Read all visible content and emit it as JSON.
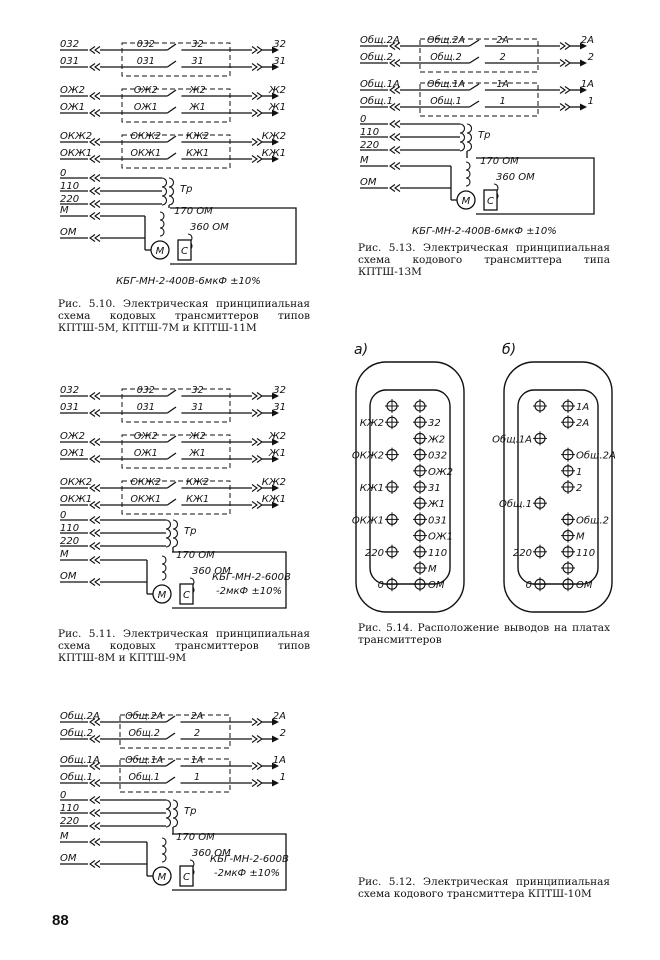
{
  "page_number": "88",
  "fig_5_10": {
    "caption": "Рис. 5.10. Электрическая принципиальная схема кодовых трансмиттеров типов КПТШ-5М, КПТШ-7М и КПТШ-11М",
    "rows": [
      {
        "left": "032",
        "inner_left": "032",
        "inner_right": "32",
        "right": "32"
      },
      {
        "left": "031",
        "inner_left": "031",
        "inner_right": "31",
        "right": "31"
      },
      {
        "left": "ОЖ2",
        "inner_left": "ОЖ2",
        "inner_right": "Ж2",
        "right": "Ж2"
      },
      {
        "left": "ОЖ1",
        "inner_left": "ОЖ1",
        "inner_right": "Ж1",
        "right": "Ж1"
      },
      {
        "left": "ОКЖ2",
        "inner_left": "ОКЖ2",
        "inner_right": "КЖ2",
        "right": "КЖ2"
      },
      {
        "left": "ОКЖ1",
        "inner_left": "ОКЖ1",
        "inner_right": "КЖ1",
        "right": "КЖ1"
      }
    ],
    "power": [
      "0",
      "110",
      "220"
    ],
    "transformer": "Тр",
    "motor_lines": [
      "М",
      "ОМ"
    ],
    "r1": "170 ОМ",
    "r2": "360 ОМ",
    "motor": "М",
    "cap": "С",
    "cap_text": "КБГ-МН-2-400В-6мкФ ±10%"
  },
  "fig_5_11": {
    "caption": "Рис. 5.11. Электрическая принципиальная схема кодовых трансмиттеров типов КПТШ-8М и КПТШ-9М",
    "rows": [
      {
        "left": "032",
        "inner_left": "032",
        "inner_right": "32",
        "right": "32"
      },
      {
        "left": "031",
        "inner_left": "031",
        "inner_right": "31",
        "right": "31"
      },
      {
        "left": "ОЖ2",
        "inner_left": "ОЖ2",
        "inner_right": "Ж2",
        "right": "Ж2"
      },
      {
        "left": "ОЖ1",
        "inner_left": "ОЖ1",
        "inner_right": "Ж1",
        "right": "Ж1"
      },
      {
        "left": "ОКЖ2",
        "inner_left": "ОКЖ2",
        "inner_right": "КЖ2",
        "right": "КЖ2"
      },
      {
        "left": "ОКЖ1",
        "inner_left": "ОКЖ1",
        "inner_right": "КЖ1",
        "right": "КЖ1"
      }
    ],
    "power": [
      "0",
      "110",
      "220"
    ],
    "transformer": "Тр",
    "motor_lines": [
      "М",
      "ОМ"
    ],
    "r1": "170 ОМ",
    "r2": "360 ОМ",
    "motor": "М",
    "cap": "С",
    "cap_text_1": "КБГ-МН-2-600В",
    "cap_text_2": "-2мкФ ±10%"
  },
  "fig_5_12": {
    "caption": "Рис. 5.12. Электрическая принципиальная схема кодового трансмиттера КПТШ-10М",
    "rows": [
      {
        "left": "Общ.2А",
        "inner_left": "Общ.2А",
        "inner_right": "2А",
        "right": "2А"
      },
      {
        "left": "Общ.2",
        "inner_left": "Общ.2",
        "inner_right": "2",
        "right": "2"
      },
      {
        "left": "Общ.1А",
        "inner_left": "Общ.1А",
        "inner_right": "1А",
        "right": "1А"
      },
      {
        "left": "Общ.1",
        "inner_left": "Общ.1",
        "inner_right": "1",
        "right": "1"
      }
    ],
    "power": [
      "0",
      "110",
      "220"
    ],
    "transformer": "Тр",
    "motor_lines": [
      "М",
      "ОМ"
    ],
    "r1": "170 ОМ",
    "r2": "360 ОМ",
    "motor": "М",
    "cap": "С",
    "cap_text_1": "КБГ-МН-2-600В",
    "cap_text_2": "-2мкФ ±10%"
  },
  "fig_5_13": {
    "caption": "Рис. 5.13. Электрическая принципиальная схема кодового трансмиттера типа КПТШ-13М",
    "rows": [
      {
        "left": "Общ.2А",
        "inner_left": "Общ.2А",
        "inner_right": "2А",
        "right": "2А"
      },
      {
        "left": "Общ.2",
        "inner_left": "Общ.2",
        "inner_right": "2",
        "right": "2"
      },
      {
        "left": "Общ.1А",
        "inner_left": "Общ.1А",
        "inner_right": "1А",
        "right": "1А"
      },
      {
        "left": "Общ.1",
        "inner_left": "Общ.1",
        "inner_right": "1",
        "right": "1"
      }
    ],
    "power": [
      "0",
      "110",
      "220"
    ],
    "transformer": "Тр",
    "motor_lines": [
      "М",
      "ОМ"
    ],
    "r1": "170 ОМ",
    "r2": "360 ОМ",
    "motor": "М",
    "cap": "С",
    "cap_text": "КБГ-МН-2-400В-6мкФ ±10%"
  },
  "fig_5_14": {
    "caption": "Рис. 5.14. Расположение выводов на платах трансмиттеров",
    "label_a": "а)",
    "label_b": "б)",
    "board_a": [
      [
        "",
        ""
      ],
      [
        "КЖ2",
        "32"
      ],
      [
        "",
        "Ж2"
      ],
      [
        "ОКЖ2",
        "032"
      ],
      [
        "",
        "ОЖ2"
      ],
      [
        "КЖ1",
        "31"
      ],
      [
        "",
        "Ж1"
      ],
      [
        "ОКЖ1",
        "031"
      ],
      [
        "",
        "ОЖ1"
      ],
      [
        "220",
        "110"
      ],
      [
        "",
        "М"
      ],
      [
        "0",
        "ОМ"
      ]
    ],
    "board_b": [
      [
        "",
        "1А"
      ],
      [
        "",
        "2А"
      ],
      [
        "Общ.1А",
        ""
      ],
      [
        "",
        "Общ.2А"
      ],
      [
        "",
        "1"
      ],
      [
        "",
        "2"
      ],
      [
        "Общ.1",
        ""
      ],
      [
        "",
        "Общ.2"
      ],
      [
        "",
        "М"
      ],
      [
        "220",
        "110"
      ],
      [
        "",
        ""
      ],
      [
        "0",
        "ОМ"
      ]
    ]
  }
}
